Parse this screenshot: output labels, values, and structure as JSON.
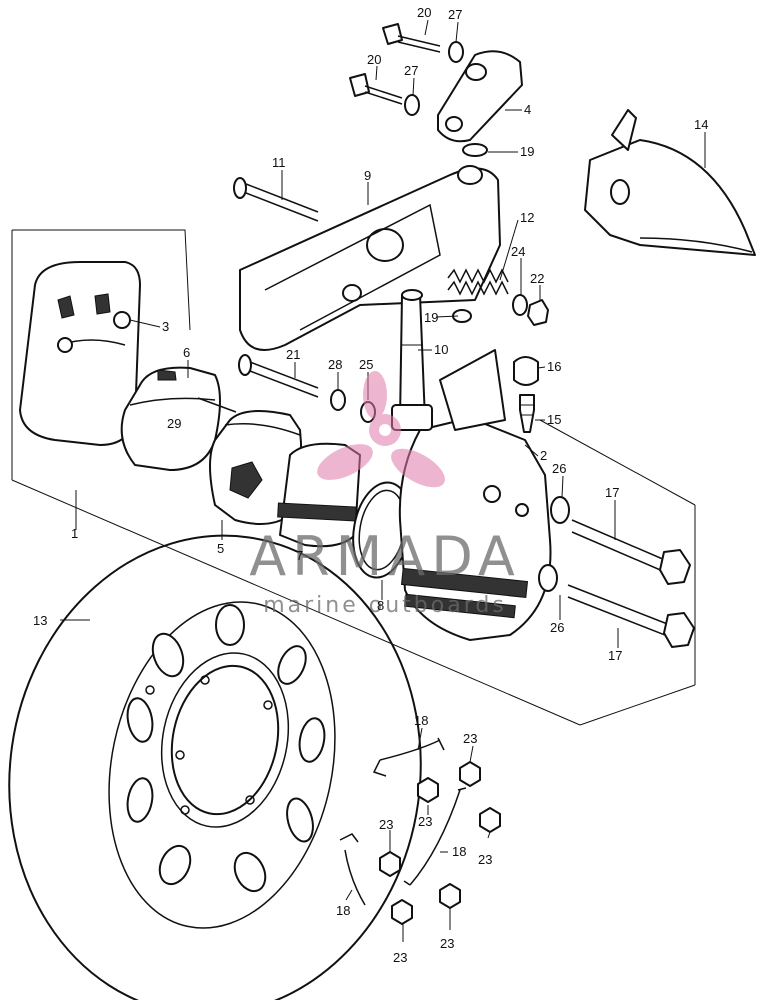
{
  "callouts": [
    {
      "id": "c20a",
      "text": "20"
    },
    {
      "id": "c27a",
      "text": "27"
    },
    {
      "id": "c20b",
      "text": "20"
    },
    {
      "id": "c27b",
      "text": "27"
    },
    {
      "id": "c4",
      "text": "4"
    },
    {
      "id": "c19a",
      "text": "19"
    },
    {
      "id": "c14",
      "text": "14"
    },
    {
      "id": "c11",
      "text": "11"
    },
    {
      "id": "c9",
      "text": "9"
    },
    {
      "id": "c12",
      "text": "12"
    },
    {
      "id": "c24",
      "text": "24"
    },
    {
      "id": "c22",
      "text": "22"
    },
    {
      "id": "c3",
      "text": "3"
    },
    {
      "id": "c19b",
      "text": "19"
    },
    {
      "id": "c10",
      "text": "10"
    },
    {
      "id": "c6",
      "text": "6"
    },
    {
      "id": "c21",
      "text": "21"
    },
    {
      "id": "c28",
      "text": "28"
    },
    {
      "id": "c25",
      "text": "25"
    },
    {
      "id": "c16",
      "text": "16"
    },
    {
      "id": "c29",
      "text": "29"
    },
    {
      "id": "c15",
      "text": "15"
    },
    {
      "id": "c2",
      "text": "2"
    },
    {
      "id": "c26a",
      "text": "26"
    },
    {
      "id": "c17a",
      "text": "17"
    },
    {
      "id": "c1",
      "text": "1"
    },
    {
      "id": "c7",
      "text": "7"
    },
    {
      "id": "c5",
      "text": "5"
    },
    {
      "id": "c8",
      "text": "8"
    },
    {
      "id": "c26b",
      "text": "26"
    },
    {
      "id": "c17b",
      "text": "17"
    },
    {
      "id": "c13",
      "text": "13"
    },
    {
      "id": "c18a",
      "text": "18"
    },
    {
      "id": "c23a",
      "text": "23"
    },
    {
      "id": "c23b",
      "text": "23"
    },
    {
      "id": "c23c",
      "text": "23"
    },
    {
      "id": "c18b",
      "text": "18"
    },
    {
      "id": "c23d",
      "text": "23"
    },
    {
      "id": "c18c",
      "text": "18"
    },
    {
      "id": "c23e",
      "text": "23"
    },
    {
      "id": "c23f",
      "text": "23"
    }
  ],
  "watermark": {
    "brand": "ARMADA",
    "tagline": "marine outboards",
    "color_text": "#6b6b6b",
    "color_logo": "#e07aa8"
  }
}
